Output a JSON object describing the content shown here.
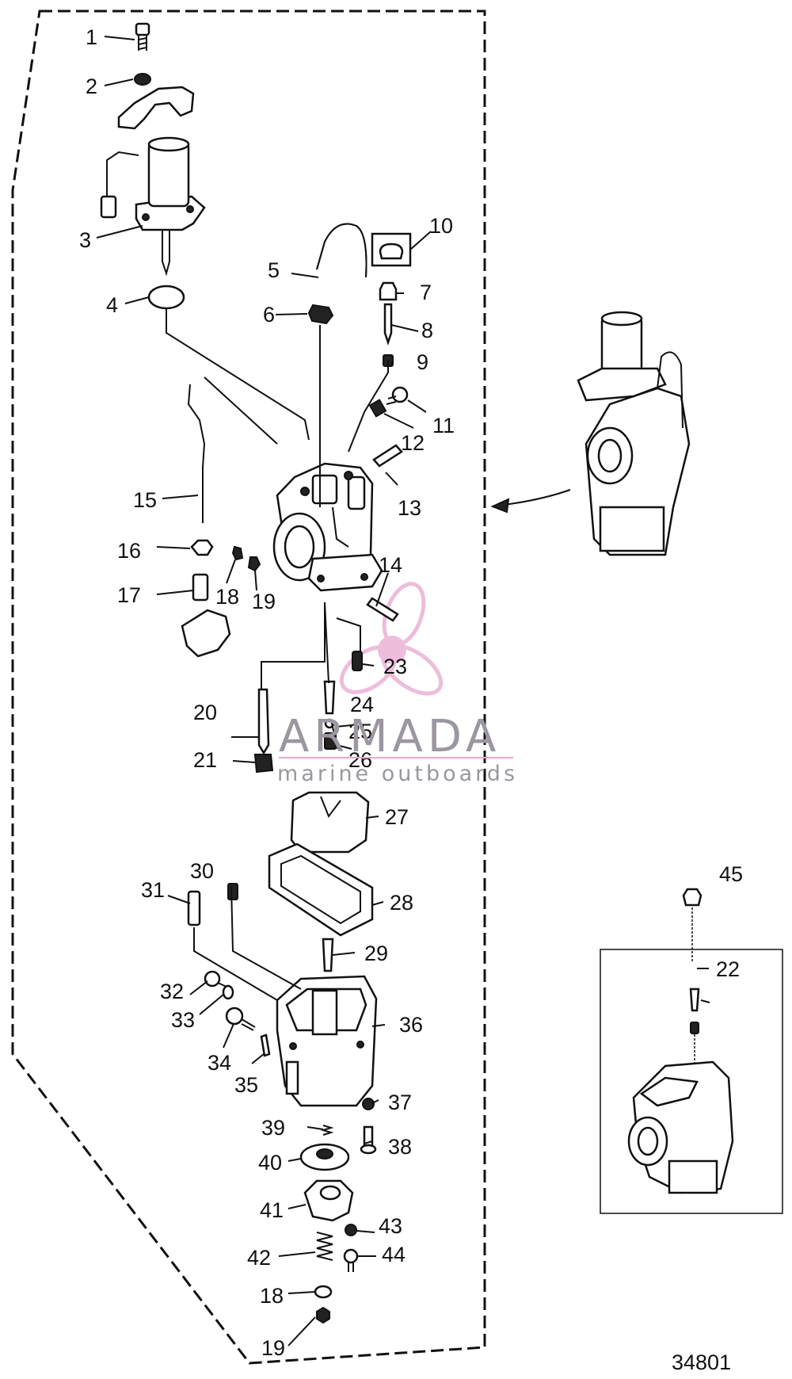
{
  "figure_number": "34801",
  "watermark": {
    "name": "ARMADA",
    "tagline": "marine outboards"
  },
  "callouts": [
    {
      "id": "c1",
      "label": "1"
    },
    {
      "id": "c2",
      "label": "2"
    },
    {
      "id": "c3",
      "label": "3"
    },
    {
      "id": "c4",
      "label": "4"
    },
    {
      "id": "c5",
      "label": "5"
    },
    {
      "id": "c6",
      "label": "6"
    },
    {
      "id": "c7",
      "label": "7"
    },
    {
      "id": "c8",
      "label": "8"
    },
    {
      "id": "c9",
      "label": "9"
    },
    {
      "id": "c10",
      "label": "10"
    },
    {
      "id": "c11",
      "label": "11"
    },
    {
      "id": "c12",
      "label": "12"
    },
    {
      "id": "c13",
      "label": "13"
    },
    {
      "id": "c14",
      "label": "14"
    },
    {
      "id": "c15",
      "label": "15"
    },
    {
      "id": "c16",
      "label": "16"
    },
    {
      "id": "c17",
      "label": "17"
    },
    {
      "id": "c18a",
      "label": "18"
    },
    {
      "id": "c19a",
      "label": "19"
    },
    {
      "id": "c20",
      "label": "20"
    },
    {
      "id": "c21",
      "label": "21"
    },
    {
      "id": "c22",
      "label": "22"
    },
    {
      "id": "c23",
      "label": "23"
    },
    {
      "id": "c24",
      "label": "24"
    },
    {
      "id": "c25",
      "label": "25"
    },
    {
      "id": "c26",
      "label": "26"
    },
    {
      "id": "c27",
      "label": "27"
    },
    {
      "id": "c28",
      "label": "28"
    },
    {
      "id": "c29",
      "label": "29"
    },
    {
      "id": "c30",
      "label": "30"
    },
    {
      "id": "c31",
      "label": "31"
    },
    {
      "id": "c32",
      "label": "32"
    },
    {
      "id": "c33",
      "label": "33"
    },
    {
      "id": "c34",
      "label": "34"
    },
    {
      "id": "c35",
      "label": "35"
    },
    {
      "id": "c36",
      "label": "36"
    },
    {
      "id": "c37",
      "label": "37"
    },
    {
      "id": "c38",
      "label": "38"
    },
    {
      "id": "c39",
      "label": "39"
    },
    {
      "id": "c40",
      "label": "40"
    },
    {
      "id": "c41",
      "label": "41"
    },
    {
      "id": "c42",
      "label": "42"
    },
    {
      "id": "c43",
      "label": "43"
    },
    {
      "id": "c44",
      "label": "44"
    },
    {
      "id": "c18b",
      "label": "18"
    },
    {
      "id": "c19b",
      "label": "19"
    },
    {
      "id": "c45",
      "label": "45"
    }
  ]
}
